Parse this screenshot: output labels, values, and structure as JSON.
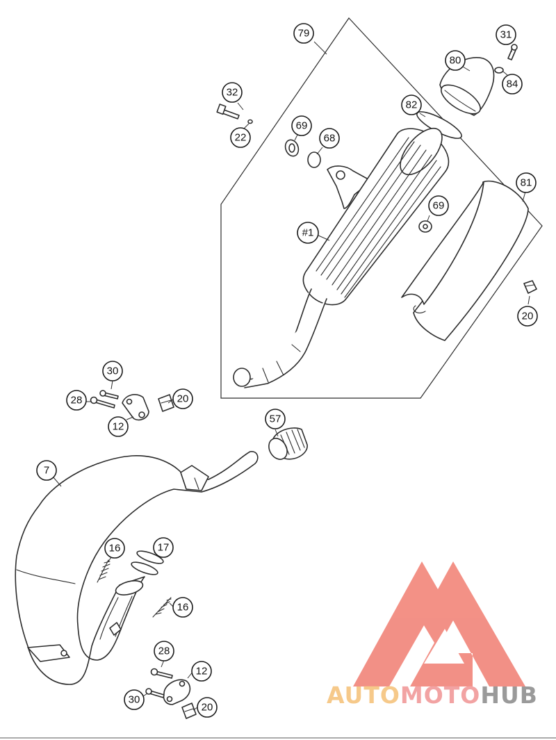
{
  "callouts": {
    "c79": "79",
    "c31": "31",
    "c80": "80",
    "c84": "84",
    "c82": "82",
    "c32": "32",
    "c22": "22",
    "c69a": "69",
    "c68": "68",
    "c81": "81",
    "c69b": "69",
    "c1": "#1",
    "c20a": "20",
    "c30a": "30",
    "c28a": "28",
    "c20b": "20",
    "c12a": "12",
    "c57": "57",
    "c7": "7",
    "c16a": "16",
    "c17": "17",
    "c16b": "16",
    "c28b": "28",
    "c12b": "12",
    "c30b": "30",
    "c20c": "20"
  },
  "watermark": {
    "part1": "AUTO",
    "part2": "MOTO",
    "part3": "HUB",
    "colors": {
      "auto": "#f6c98a",
      "moto": "#f2a3a3",
      "hub": "#9a9a9a",
      "logo": "#f28b80"
    }
  }
}
